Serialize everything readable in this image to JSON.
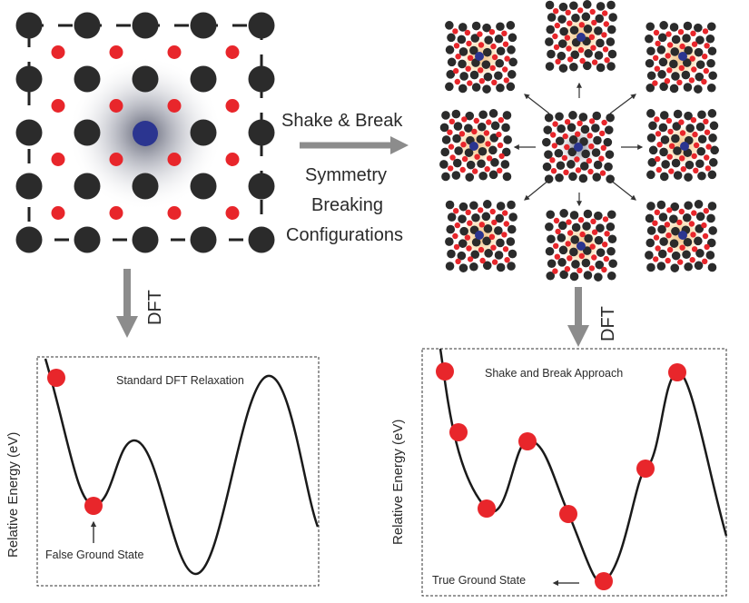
{
  "arrow_labels": {
    "shake": "Shake & Break",
    "symmetry_line1": "Symmetry",
    "symmetry_line2": "Breaking",
    "symmetry_line3": "Configurations",
    "dft": "DFT"
  },
  "left_plot": {
    "title": "Standard DFT Relaxation",
    "ylabel": "Relative Energy (eV)",
    "annotation": "False Ground State"
  },
  "right_plot": {
    "title": "Shake and Break Approach",
    "ylabel": "Relative Energy (eV)",
    "annotation": "True Ground State"
  },
  "colors": {
    "host_atom": "#2b2b2b",
    "anion_atom": "#e8262b",
    "defect_atom": "#2b3590",
    "arrow": "#8c8c8c",
    "glow": "#f3c27a"
  }
}
